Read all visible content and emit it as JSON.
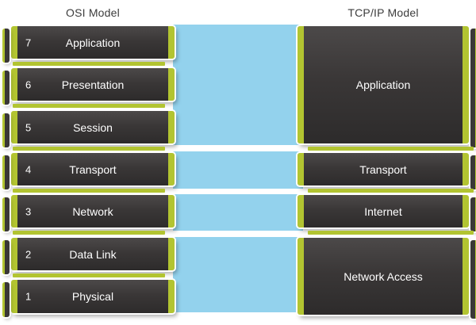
{
  "titles": {
    "osi": "OSI Model",
    "tcpip": "TCP/IP Model"
  },
  "osi_layers": [
    {
      "num": "7",
      "name": "Application"
    },
    {
      "num": "6",
      "name": "Presentation"
    },
    {
      "num": "5",
      "name": "Session"
    },
    {
      "num": "4",
      "name": "Transport"
    },
    {
      "num": "3",
      "name": "Network"
    },
    {
      "num": "2",
      "name": "Data Link"
    },
    {
      "num": "1",
      "name": "Physical"
    }
  ],
  "tcpip_layers": [
    {
      "name": "Application"
    },
    {
      "name": "Transport"
    },
    {
      "name": "Internet"
    },
    {
      "name": "Network Access"
    }
  ],
  "mapping": {
    "bands": [
      {
        "maps": "OSI 7-5 to TCP/IP Application"
      },
      {
        "maps": "OSI 4 to TCP/IP Transport"
      },
      {
        "maps": "OSI 3 to TCP/IP Internet"
      },
      {
        "maps": "OSI 2-1 to TCP/IP Network Access"
      }
    ]
  },
  "colors": {
    "card_dark": "#3a3737",
    "stripe_green": "#b2c431",
    "mapping_blue": "#93d2ed",
    "card_ring_white": "#ffffff",
    "title_text": "#3c3c3c",
    "card_text": "#ffffff"
  }
}
